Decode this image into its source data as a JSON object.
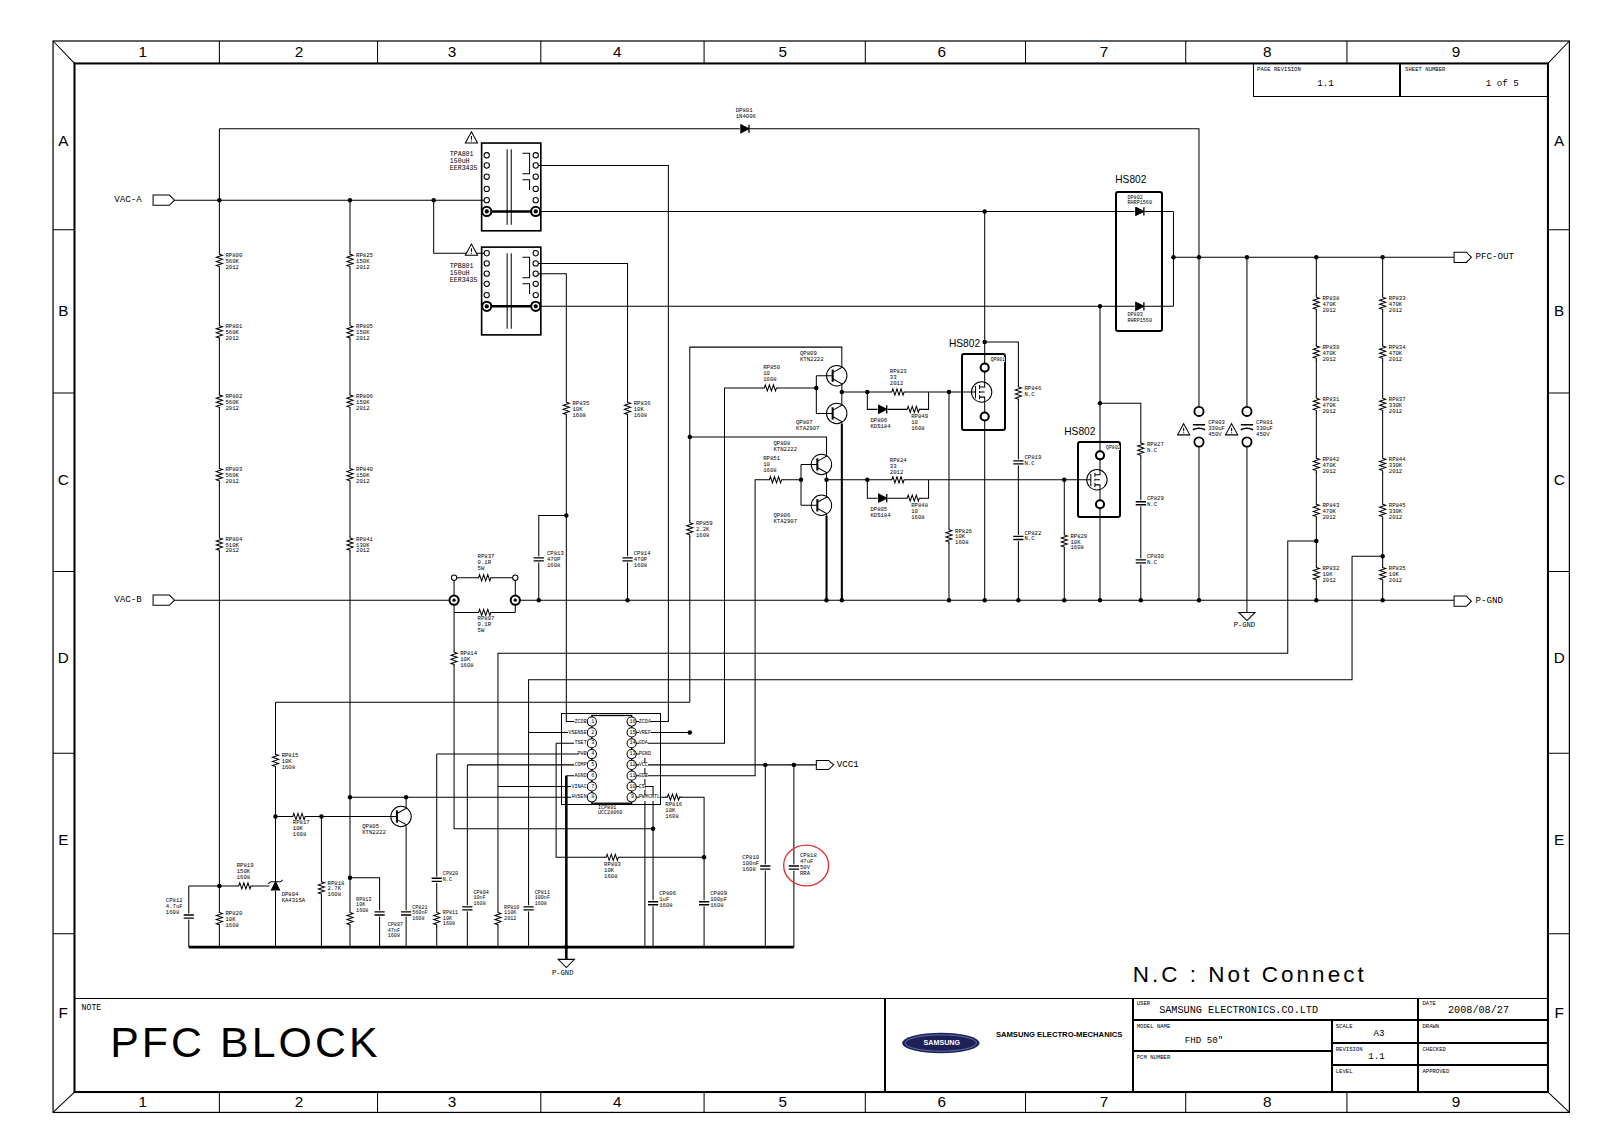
{
  "diagram": {
    "title": "PFC BLOCK",
    "nodes": [
      {
        "text": [
          "HS802",
          "DP802 RHRP1560",
          "DP803 RHRP1560"
        ]
      },
      {
        "text": [
          "HS802",
          "QP801"
        ]
      },
      {
        "text": [
          "HS802",
          "QP802"
        ]
      },
      {
        "text": [
          "ZCDB",
          "1",
          "VSENSE",
          "2",
          "TSET",
          "3",
          "PHB",
          "4",
          "COMP",
          "5",
          "AGND",
          "6",
          "VINAC",
          "7",
          "HVSEN",
          "8",
          "16",
          "ZCDA",
          "15",
          "VREF",
          "14",
          "GDA",
          "13",
          "PGND",
          "12",
          "VCC",
          "11",
          "GDB",
          "10",
          "CS",
          "9",
          "PWMCNTL"
        ]
      },
      {
        "text": [
          "PAGE REVISION",
          "1.1"
        ]
      },
      {
        "text": [
          "SHEET NUMBER",
          "1 of 5"
        ]
      },
      {
        "text": [
          "NOTE"
        ]
      },
      {
        "text": [
          "SAMSUNG",
          "SAMSUNG ELECTRO-MECHANICS"
        ]
      },
      {
        "text": [
          "USER",
          "SAMSUNG ELECTRONICS.CO.LTD"
        ]
      },
      {
        "text": [
          "DATE",
          "2008/08/27"
        ]
      },
      {
        "text": [
          "MODEL NAME",
          "FHD 50\""
        ]
      },
      {
        "text": [
          "SCALE",
          "A3"
        ]
      },
      {
        "text": [
          "DRAWN"
        ]
      },
      {
        "text": [
          "REVISION",
          "1.1"
        ]
      },
      {
        "text": [
          "CHECKED"
        ]
      },
      {
        "text": [
          "PCM NUMBER"
        ]
      },
      {
        "text": [
          "LEVEL"
        ]
      },
      {
        "text": [
          "APPROVED"
        ]
      }
    ],
    "labels": [
      "1",
      "2",
      "3",
      "4",
      "5",
      "6",
      "7",
      "8",
      "9",
      "1",
      "2",
      "3",
      "4",
      "5",
      "6",
      "7",
      "8",
      "9",
      "A",
      "B",
      "C",
      "D",
      "E",
      "F",
      "A",
      "B",
      "C",
      "D",
      "E",
      "F",
      "N.C : Not Connect",
      "VAC-A",
      "VAC-B",
      "PFC-OUT",
      "P-GND",
      "P-GND",
      "VCC1",
      "P-GND",
      "DP801 1N4006",
      "TPA801 150uH EER3435",
      "TPB801 150uH EER3435",
      "RP800 560K 2012",
      "RP801 560K 2012",
      "RP802 560K 2012",
      "RP803 560K 2012",
      "RP804 510K 2012",
      "RP825 150K 2012",
      "RP805 150K 2012",
      "RP806 150K 2012",
      "RP840 150K 2012",
      "RP841 130K 2012",
      "RP837 0.1R 5W",
      "RP807 0.1R 5W",
      "RP835 10K 1608",
      "RP836 10K 1608",
      "CP813 470P 1608",
      "CP814 470P 1608",
      "RP814 10K 1608",
      "RP859 2.2K 1608",
      "RP850 10 1608",
      "QP809 KTN2222",
      "QP807 KTA2907",
      "RP823 33 2012",
      "DP806 KDS184",
      "RP849 10 1608",
      "RP851 10 1608",
      "QP808 KTN2222",
      "QP806 KTA2907",
      "RP824 33 2012",
      "DP805 KDS184",
      "RP848 10 1608",
      "RP846 N.C",
      "CP819 N.C",
      "CP822 N.C",
      "RP826 10K 1608",
      "RP829 10K 1608",
      "RP827 N.C",
      "CP829 N.C",
      "CP830 N.C",
      "CP803 330uF 450V",
      "CP801 330uF 450V",
      "RP838 470K 2012",
      "RP839 470K 2012",
      "RP831 470K 2012",
      "RP842 470K 2012",
      "RP843 470K 2012",
      "RP832 10K 2012",
      "RP833 470K 2012",
      "RP834 470K 2012",
      "RP837 330K 2012",
      "RP844 330K 2012",
      "RP845 330K 2012",
      "RP835 10K 2012",
      "ICP801 UCC28060",
      "RP815 10K 1608",
      "RP817 10K 1608",
      "QP805 KTN2222",
      "RP819 150K 1608",
      "DP804 KA431SA",
      "RP818 2.7K 1608",
      "CP812 4.7uF 1608",
      "RP820 10K 1608",
      "RP813 10K 1608",
      "CP807 47nF 1608",
      "CP820 N.C",
      "CP821 560nF 1608",
      "RP811 10K 1608",
      "CP804 10nF 1608",
      "RP810 110K 2012",
      "CP811 100nF 1608",
      "RP803 10K 1608",
      "RP816 10K 1608",
      "CP806 1uF 1608",
      "CP809 100pF 1608",
      "CP810 100nF 1608",
      "CP818 47uF 50V RRA"
    ]
  }
}
